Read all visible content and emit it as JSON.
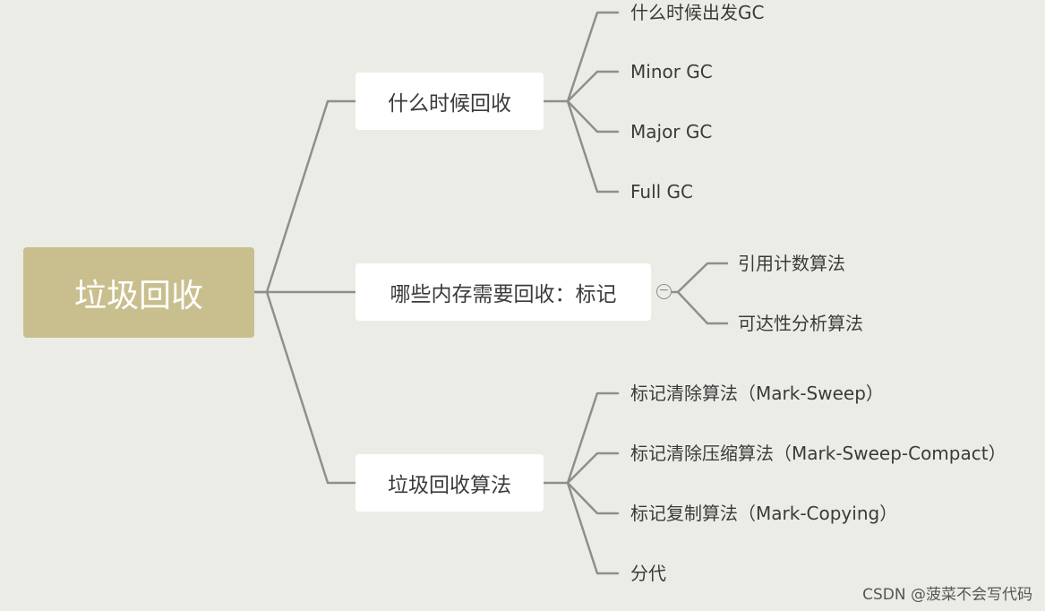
{
  "root": {
    "label": "垃圾回收"
  },
  "branches": [
    {
      "label": "什么时候回收",
      "leaves": [
        "什么时候出发GC",
        "Minor GC",
        "Major GC",
        "Full GC"
      ]
    },
    {
      "label": "哪些内存需要回收：标记",
      "leaves": [
        "引用计数算法",
        "可达性分析算法"
      ]
    },
    {
      "label": "垃圾回收算法",
      "leaves": [
        "标记清除算法（Mark-Sweep）",
        "标记清除压缩算法（Mark-Sweep-Compact）",
        "标记复制算法（Mark-Copying）",
        "分代"
      ]
    }
  ],
  "collapse_symbol": "−",
  "watermark": "CSDN @菠菜不会写代码",
  "colors": {
    "background": "#ecece7",
    "root_fill": "#c9bf8e",
    "branch_fill": "#ffffff",
    "connector": "#8e8e8e",
    "text": "#3a3a3a"
  }
}
